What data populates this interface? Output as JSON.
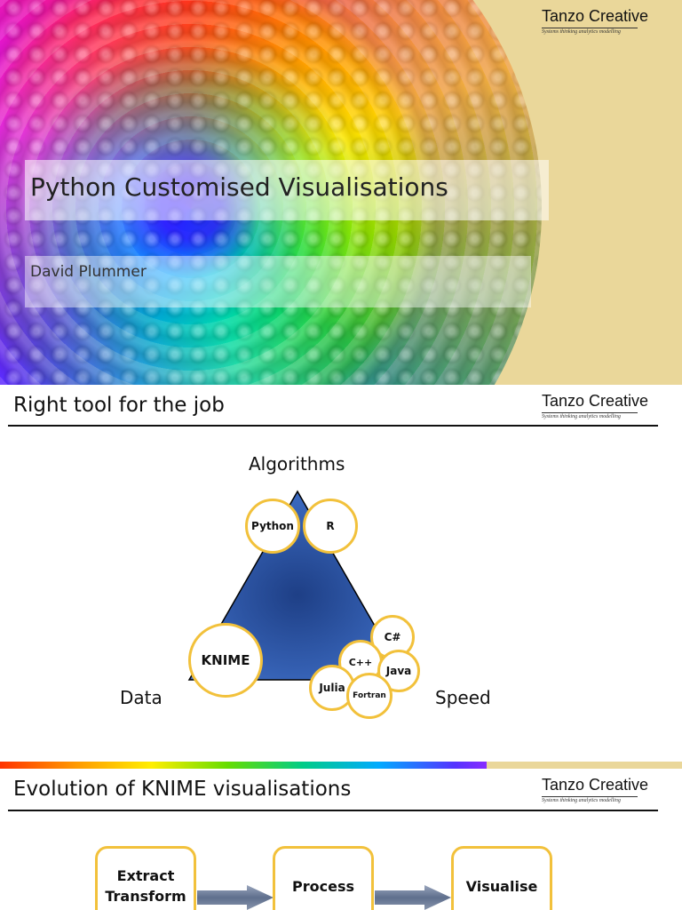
{
  "brand": {
    "name": "Tanzo Creative",
    "tagline": "Systems thinking analytics modelling"
  },
  "slide1": {
    "title": "Python Customised Visualisations",
    "author": "David Plummer"
  },
  "slide2": {
    "title": "Right tool for the job",
    "corners": {
      "top": "Algorithms",
      "left": "Data",
      "right": "Speed"
    },
    "tools": {
      "python": "Python",
      "r": "R",
      "knime": "KNIME",
      "csharp": "C#",
      "cpp": "C++",
      "java": "Java",
      "julia": "Julia",
      "fortran": "Fortran"
    },
    "colors": {
      "triangle": "#2f5aa8",
      "bubble_border": "#f2c13b"
    }
  },
  "slide3": {
    "title": "Evolution of KNIME visualisations",
    "steps": [
      {
        "line1": "Extract",
        "line2": "Transform"
      },
      {
        "line1": "Process",
        "line2": ""
      },
      {
        "line1": "Visualise",
        "line2": ""
      }
    ]
  }
}
